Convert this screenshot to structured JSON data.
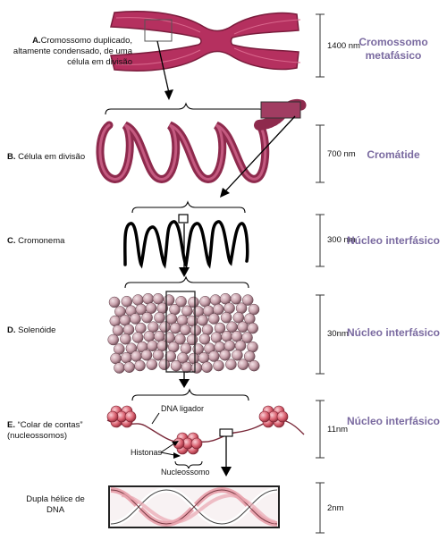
{
  "levels": [
    {
      "letter": "A.",
      "label": "Cromossomo duplicado, altamente condensado, de uma célula em divisão",
      "scale": "1400 nm",
      "stage": "Cromossomo metafásico"
    },
    {
      "letter": "B.",
      "label": "Célula em divisão",
      "scale": "700 nm",
      "stage": "Cromátide"
    },
    {
      "letter": "C.",
      "label": "Cromonema",
      "scale": "300 nm",
      "stage": "Núcleo interfásico"
    },
    {
      "letter": "D.",
      "label": "Solenóide",
      "scale": "30nm",
      "stage": "Núcleo interfásico"
    },
    {
      "letter": "E.",
      "label": "“Colar de contas” (nucleossomos)",
      "scale": "11nm",
      "stage": "Núcleo interfásico"
    },
    {
      "letter": "",
      "label": "Dupla hélice de DNA",
      "scale": "2nm",
      "stage": ""
    }
  ],
  "annotations": {
    "linker": "DNA ligador",
    "histones": "Histonas",
    "nucleosome": "Nucleossomo"
  },
  "colors": {
    "chromosome": "#b5305f",
    "chromatid": "#8e2a4d",
    "solenoid": "#c9a3ad",
    "nucleosome": "#d9606f",
    "stage_text": "#7a6aa0"
  }
}
